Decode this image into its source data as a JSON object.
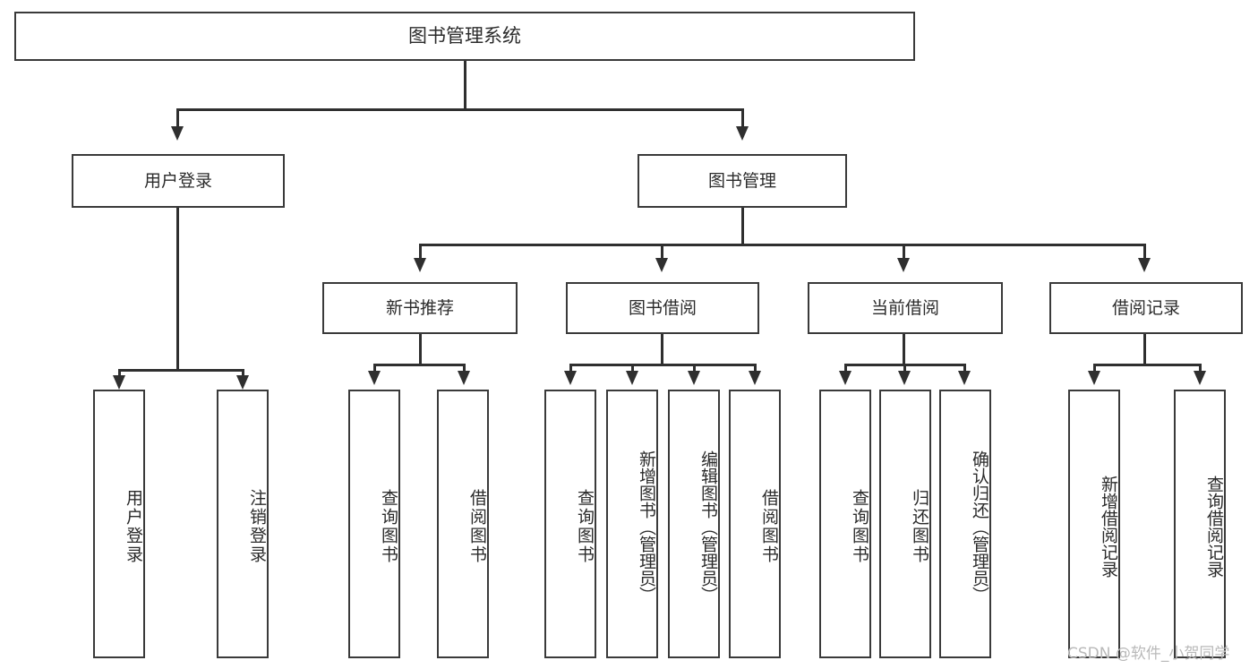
{
  "diagram": {
    "type": "tree-hierarchy",
    "title": "图书管理系统",
    "root": {
      "label": "图书管理系统"
    },
    "level2": [
      {
        "id": "user-login",
        "label": "用户登录"
      },
      {
        "id": "book-management",
        "label": "图书管理"
      }
    ],
    "level3": [
      {
        "id": "new-book-recommend",
        "label": "新书推荐",
        "parent": "book-management"
      },
      {
        "id": "book-borrow",
        "label": "图书借阅",
        "parent": "book-management"
      },
      {
        "id": "current-borrow",
        "label": "当前借阅",
        "parent": "book-management"
      },
      {
        "id": "borrow-record",
        "label": "借阅记录",
        "parent": "book-management"
      }
    ],
    "leaves": [
      {
        "id": "leaf-user-login",
        "label": "用户登录",
        "parent": "user-login"
      },
      {
        "id": "leaf-user-logout",
        "label": "注销登录",
        "parent": "user-login"
      },
      {
        "id": "leaf-query-book-recommend",
        "label": "查询图书",
        "parent": "new-book-recommend"
      },
      {
        "id": "leaf-borrow-book-recommend",
        "label": "借阅图书",
        "parent": "new-book-recommend"
      },
      {
        "id": "leaf-query-book-borrow",
        "label": "查询图书",
        "parent": "book-borrow"
      },
      {
        "id": "leaf-add-book",
        "label": "新增图书（管理员）",
        "parent": "book-borrow"
      },
      {
        "id": "leaf-edit-book",
        "label": "编辑图书（管理员）",
        "parent": "book-borrow"
      },
      {
        "id": "leaf-borrow-book",
        "label": "借阅图书",
        "parent": "book-borrow"
      },
      {
        "id": "leaf-query-book-current",
        "label": "查询图书",
        "parent": "current-borrow"
      },
      {
        "id": "leaf-return-book",
        "label": "归还图书",
        "parent": "current-borrow"
      },
      {
        "id": "leaf-confirm-return",
        "label": "确认归还（管理员）",
        "parent": "current-borrow"
      },
      {
        "id": "leaf-add-record",
        "label": "新增借阅记录",
        "parent": "borrow-record"
      },
      {
        "id": "leaf-query-record",
        "label": "查询借阅记录",
        "parent": "borrow-record"
      }
    ]
  },
  "watermark": {
    "text": "CSDN @软件_小贺同学"
  },
  "colors": {
    "border": "#3a3a3a",
    "line": "#2f2f2f",
    "text": "#2b2b2b",
    "background": "#ffffff",
    "watermark": "#b9b9b9"
  }
}
